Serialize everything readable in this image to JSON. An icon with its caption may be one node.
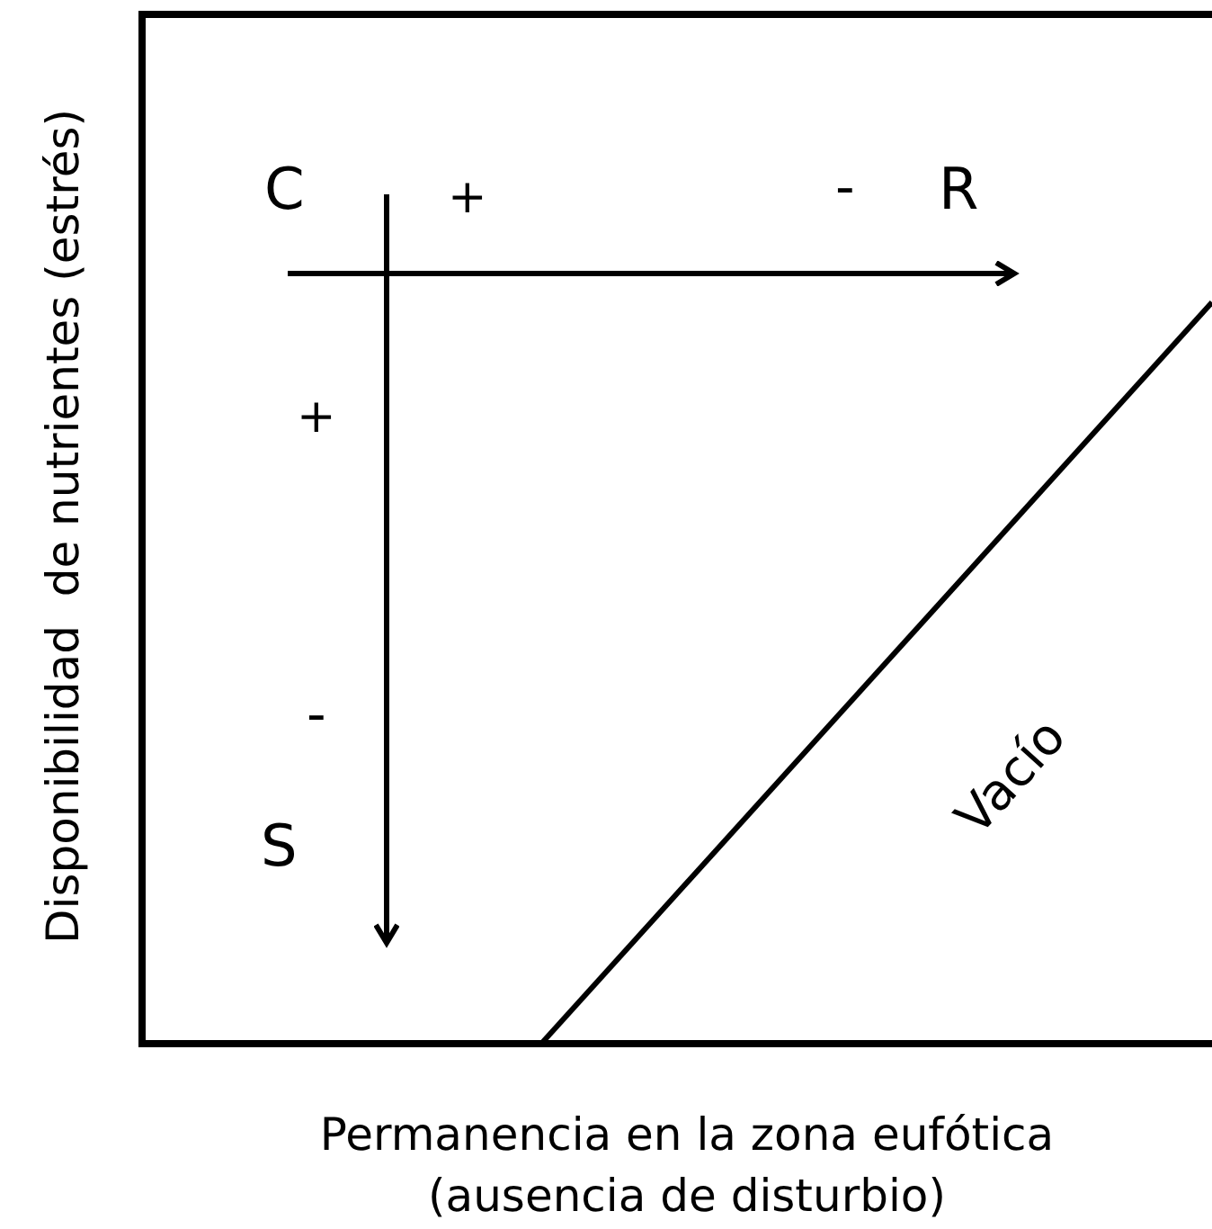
{
  "diagram": {
    "labels": [
      "C",
      "+",
      "-",
      "R",
      "+",
      "-",
      "S",
      "Vacío",
      "Disponibilidad  de nutrientes (estrés)",
      "Permanencia en la zona eufótica (ausencia de disturbio)"
    ]
  }
}
